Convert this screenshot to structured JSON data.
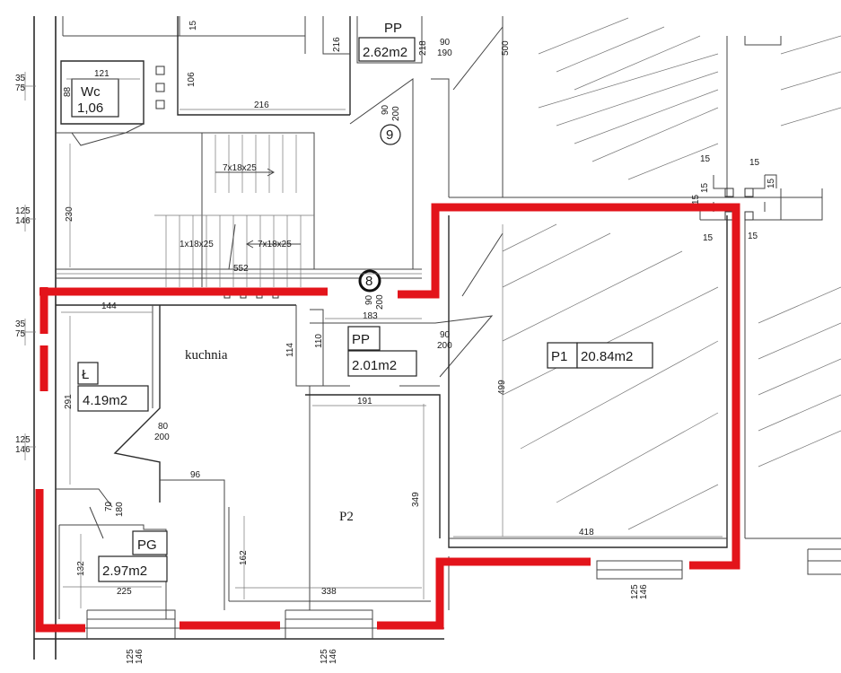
{
  "rooms": {
    "wc": {
      "code": "Wc",
      "area": "1,06"
    },
    "pp_top": {
      "code": "PP",
      "area": "2.62m2"
    },
    "kitchen": {
      "code": "Ł",
      "name": "kuchnia",
      "area": "4.19m2"
    },
    "pp": {
      "code": "PP",
      "area": "2.01m2"
    },
    "p1": {
      "code": "P1",
      "area": "20.84m2"
    },
    "p2": {
      "name": "P2"
    },
    "pg": {
      "code": "PG",
      "area": "2.97m2"
    }
  },
  "markers": {
    "nine": "9",
    "eight": "8"
  },
  "stairs": {
    "s1": "7x18x25",
    "s2": "1x18x25",
    "s3": "7x18x25"
  },
  "dims": {
    "d15_top": "15",
    "d121": "121",
    "d88": "88",
    "d106": "106",
    "d216": "216",
    "d216v": "216",
    "d218": "218",
    "d90_190_top": "90",
    "d90_190_bot": "190",
    "d500": "500",
    "d90_200_a_top": "90",
    "d90_200_a_bot": "200",
    "d35_75_top": "35",
    "d35_75_bot": "75",
    "d230": "230",
    "d125_146_a_top": "125",
    "d125_146_a_bot": "146",
    "d552": "552",
    "d90_200_b_top": "90",
    "d90_200_b_bot": "200",
    "d183": "183",
    "d144": "144",
    "d35_75b_top": "35",
    "d35_75b_bot": "75",
    "d114": "114",
    "d110": "110",
    "d90_200_c_top": "90",
    "d90_200_c_bot": "200",
    "d291": "291",
    "d191": "191",
    "d499": "499",
    "d80_200_top": "80",
    "d80_200_bot": "200",
    "d125_146_b_top": "125",
    "d125_146_b_bot": "146",
    "d96": "96",
    "d70_180_top": "70",
    "d70_180_bot": "180",
    "d349": "349",
    "d418": "418",
    "d132": "132",
    "d162": "162",
    "d225": "225",
    "d338": "338",
    "d125_146_c_top": "125",
    "d125_146_c_bot": "146",
    "d125_146_d_top": "125",
    "d125_146_d_bot": "146",
    "d125_146_e_top": "125",
    "d125_146_e_bot": "146",
    "d15_a": "15",
    "d15_b": "15",
    "d15_c": "15",
    "d15_d": "15",
    "d15_e": "15",
    "d15_f": "15",
    "d15_g": "15"
  },
  "colors": {
    "outline": "#e3141b",
    "walls": "#2a2a2a",
    "background": "#ffffff"
  }
}
